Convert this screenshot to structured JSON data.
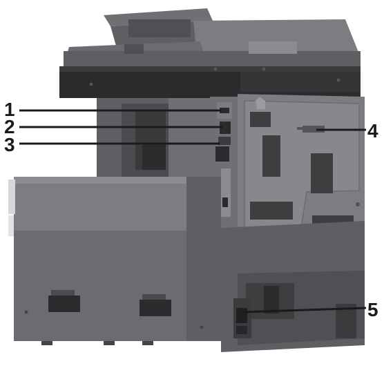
{
  "diagram": {
    "subject": "printer-rear-view",
    "callouts": [
      {
        "number": "1",
        "side": "left"
      },
      {
        "number": "2",
        "side": "left"
      },
      {
        "number": "3",
        "side": "left"
      },
      {
        "number": "4",
        "side": "right"
      },
      {
        "number": "5",
        "side": "right"
      }
    ]
  },
  "colors": {
    "body_dark": "#5d5f62",
    "body_mid": "#6e7073",
    "body_light": "#8a8c8f",
    "panel": "#7b7d80",
    "black_band": "#2a2b2d",
    "vent": "#3d3e40",
    "line": "#1a1a1a"
  }
}
